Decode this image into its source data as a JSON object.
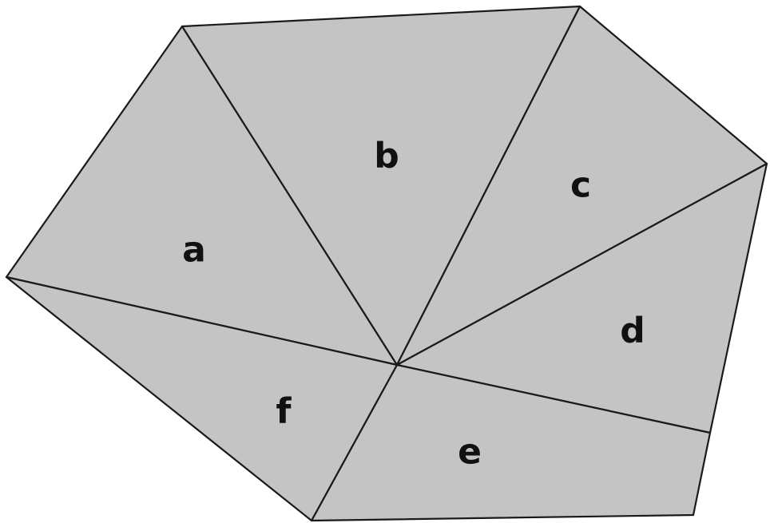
{
  "diagram": {
    "fill_color": "#c4c4c4",
    "stroke_color": "#1a1a1a",
    "regions": [
      {
        "label": "a"
      },
      {
        "label": "b"
      },
      {
        "label": "c"
      },
      {
        "label": "d"
      },
      {
        "label": "e"
      },
      {
        "label": "f"
      }
    ]
  }
}
